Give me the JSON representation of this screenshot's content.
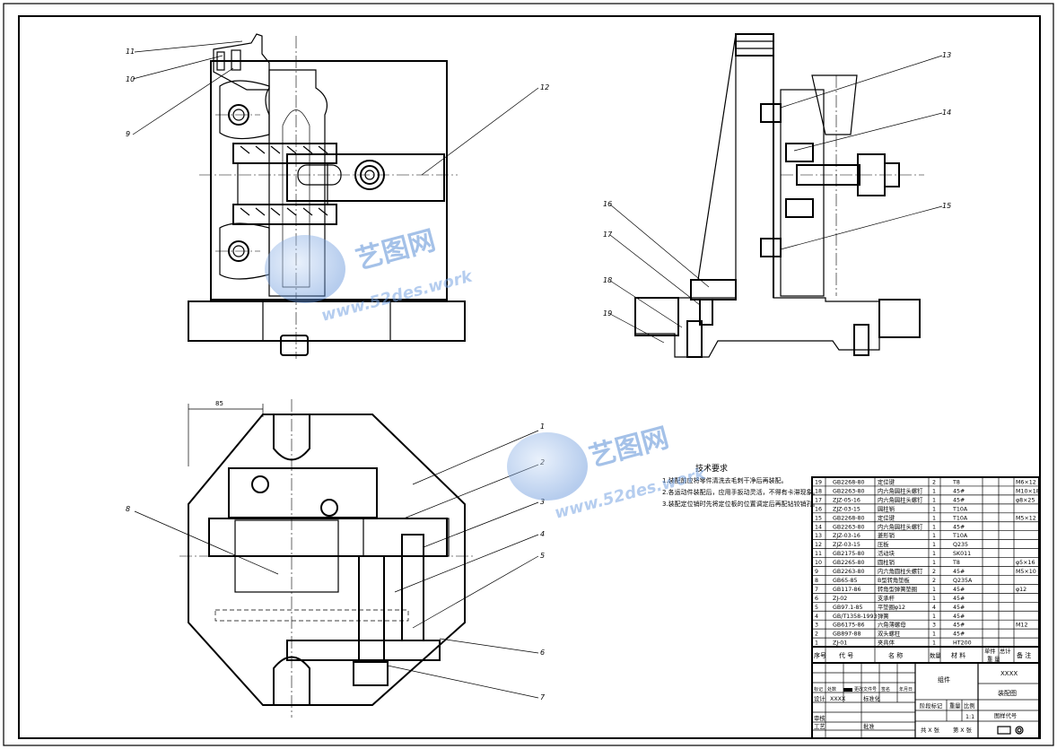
{
  "drawing": {
    "callouts": [
      "1",
      "2",
      "3",
      "4",
      "5",
      "6",
      "7",
      "8",
      "9",
      "10",
      "11",
      "12",
      "13",
      "14",
      "15",
      "16",
      "17",
      "18",
      "19"
    ],
    "dimension": "85",
    "tech_req": {
      "title": "技术要求",
      "lines": [
        "1.装配前应将零件清洗去毛刺干净后再装配。",
        "2.各运动件装配后，应用手扳动灵活，不得有卡滞现象。",
        "3.装配定位销时先将定位板的位置调定后再配钻铰销孔。"
      ]
    }
  },
  "watermark": {
    "name": "艺图网",
    "url": "www.52des.work"
  },
  "bom": {
    "rows": [
      {
        "no": "19",
        "code": "GB2268-80",
        "name": "定位键",
        "qty": "2",
        "mat": "T8",
        "note": "M6×12"
      },
      {
        "no": "18",
        "code": "GB2263-80",
        "name": "内六角圆柱头螺钉",
        "qty": "1",
        "mat": "45#",
        "note": "M10×18"
      },
      {
        "no": "17",
        "code": "ZJZ-05-16",
        "name": "内六角圆柱头螺钉",
        "qty": "1",
        "mat": "45#",
        "note": "φ8×25"
      },
      {
        "no": "16",
        "code": "ZJZ-03-15",
        "name": "圆柱销",
        "qty": "1",
        "mat": "T10A",
        "note": ""
      },
      {
        "no": "15",
        "code": "GB2268-80",
        "name": "定位键",
        "qty": "1",
        "mat": "T10A",
        "note": "M5×12"
      },
      {
        "no": "14",
        "code": "GB2263-80",
        "name": "内六角圆柱头螺钉",
        "qty": "1",
        "mat": "45#",
        "note": ""
      },
      {
        "no": "13",
        "code": "ZJZ-03-16",
        "name": "菱形销",
        "qty": "1",
        "mat": "T10A",
        "note": ""
      },
      {
        "no": "12",
        "code": "ZJZ-03-15",
        "name": "压板",
        "qty": "1",
        "mat": "Q235",
        "note": ""
      },
      {
        "no": "11",
        "code": "GB2175-80",
        "name": "活动块",
        "qty": "1",
        "mat": "SK011",
        "note": ""
      },
      {
        "no": "10",
        "code": "GB2265-80",
        "name": "圆柱销",
        "qty": "1",
        "mat": "T8",
        "note": "φ5×16"
      },
      {
        "no": "9",
        "code": "GB2263-80",
        "name": "内六角圆柱头螺钉",
        "qty": "2",
        "mat": "45#",
        "note": "M5×10"
      },
      {
        "no": "8",
        "code": "GB65-85",
        "name": "B型转角垫板",
        "qty": "2",
        "mat": "Q235A",
        "note": ""
      },
      {
        "no": "7",
        "code": "GB117-86",
        "name": "转角型弹簧垫圈",
        "qty": "1",
        "mat": "45#",
        "note": "φ12"
      },
      {
        "no": "6",
        "code": "ZJ-02",
        "name": "支承杆",
        "qty": "1",
        "mat": "45#",
        "note": ""
      },
      {
        "no": "5",
        "code": "GB97.1-85",
        "name": "平垫圈φ12",
        "qty": "4",
        "mat": "45#",
        "note": ""
      },
      {
        "no": "4",
        "code": "GB/T1358-1993",
        "name": "弹簧",
        "qty": "1",
        "mat": "45#",
        "note": ""
      },
      {
        "no": "3",
        "code": "GB6175-86",
        "name": "六角薄螺母",
        "qty": "3",
        "mat": "45#",
        "note": "M12"
      },
      {
        "no": "2",
        "code": "GB897-88",
        "name": "双头螺柱",
        "qty": "1",
        "mat": "45#",
        "note": ""
      },
      {
        "no": "1",
        "code": "ZJ-01",
        "name": "夹具体",
        "qty": "1",
        "mat": "HT200",
        "note": ""
      }
    ],
    "header": {
      "no": "序号",
      "code": "代 号",
      "name": "名 称",
      "qty": "数量",
      "mat": "材 料",
      "unit": "单件",
      "total": "总计",
      "weight": "重 量",
      "note": "备 注"
    }
  },
  "title_block": {
    "part_name": "组件",
    "drawing_title": "装配图",
    "code": "XXXX",
    "drawing_no": "图样代号",
    "scale_label": "比例",
    "scale": "1:1",
    "stage_label": "阶段标记",
    "weight_label": "重量",
    "sheet": "共 X 张",
    "sheet2": "第 X 张",
    "designer_label": "设计",
    "designer": "XXXX",
    "std_label": "标准化",
    "review_label": "审核",
    "process_label": "工艺",
    "approve_label": "批准",
    "mark_label": "标记",
    "zones_label": "处数",
    "change_label": "更改文件号",
    "sign_label": "签名",
    "date_label": "年月日"
  }
}
